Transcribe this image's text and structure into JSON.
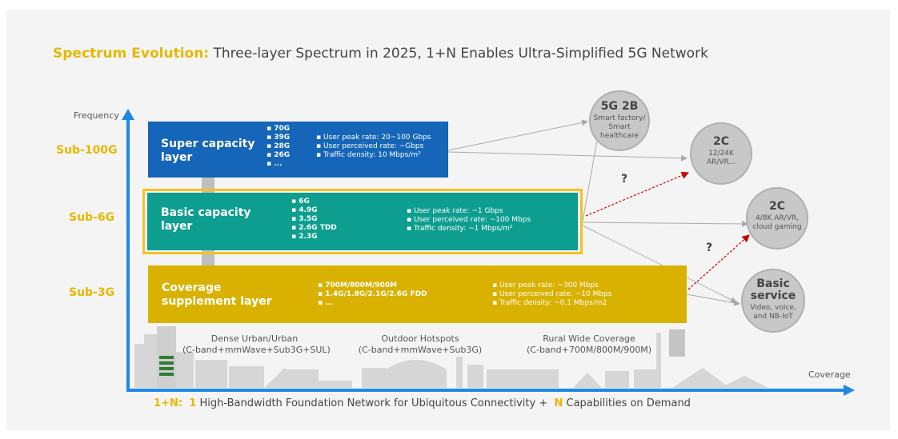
{
  "title": {
    "accent": "Spectrum Evolution:",
    "text": " Three-layer Spectrum in 2025, 1+N Enables Ultra-Simplified 5G Network"
  },
  "axis": {
    "y_label": "Frequency",
    "x_label": "Coverage"
  },
  "bands": [
    "Sub-100G",
    "Sub-6G",
    "Sub-3G"
  ],
  "layers": {
    "super": {
      "name_line1": "Super capacity",
      "name_line2": "layer",
      "bands": [
        "70G",
        "39G",
        "28G",
        "26G",
        "..."
      ],
      "metrics": [
        "User peak rate: 20~100 Gbps",
        "User perceived rate: ~Gbps",
        "Traffic density: 10 Mbps/m²"
      ]
    },
    "basic": {
      "name_line1": "Basic capacity",
      "name_line2": "layer",
      "bands": [
        "6G",
        "4.9G",
        "3.5G",
        "2.6G TDD",
        "2.3G"
      ],
      "metrics": [
        "User peak rate: ~1 Gbps",
        "User perceived rate: ~100 Mbps",
        "Traffic density: ~1 Mbps/m²"
      ]
    },
    "coverage": {
      "name_line1": "Coverage",
      "name_line2": "supplement layer",
      "bands": [
        "700M/800M/900M",
        "1.4G/1.8G/2.1G/2.6G FDD",
        "..."
      ],
      "metrics": [
        "User peak rate: ~300 Mbps",
        "User perceived rate: ~10 Mbps",
        "Traffic density: ~0.1 Mbps/m2"
      ]
    }
  },
  "services": [
    {
      "title": "5G 2B",
      "sub1": "Smart factory/",
      "sub2": "Smart",
      "sub3": "healthcare"
    },
    {
      "title": "2C",
      "sub1": "12/24K",
      "sub2": "AR/VR...",
      "sub3": ""
    },
    {
      "title": "2C",
      "sub1": "4/8K AR/VR,",
      "sub2": "cloud gaming",
      "sub3": ""
    },
    {
      "title": "Basic",
      "title2": "service",
      "sub1": "Video, voice,",
      "sub2": "and NB-IoT",
      "sub3": ""
    }
  ],
  "question_mark": "?",
  "scenarios": [
    {
      "line1": "Dense Urban/Urban",
      "line2": "(C-band+mmWave+Sub3G+SUL)"
    },
    {
      "line1": "Outdoor Hotspots",
      "line2": "(C-band+mmWave+Sub3G)"
    },
    {
      "line1": "Rural Wide Coverage",
      "line2": "(C-band+700M/800M/900M)"
    }
  ],
  "footer": {
    "prefix": "1+N:",
    "one": "1",
    "one_text": "High-Bandwidth Foundation Network for Ubiquitous Connectivity +",
    "n": "N",
    "n_text": "Capabilities on Demand"
  },
  "colors": {
    "accent": "#e6b800",
    "super_layer": "#1565b8",
    "basic_layer": "#0d9e8f",
    "coverage_layer": "#d9b100",
    "axis": "#1e88e5",
    "dashed_arrow": "#cc0000"
  }
}
